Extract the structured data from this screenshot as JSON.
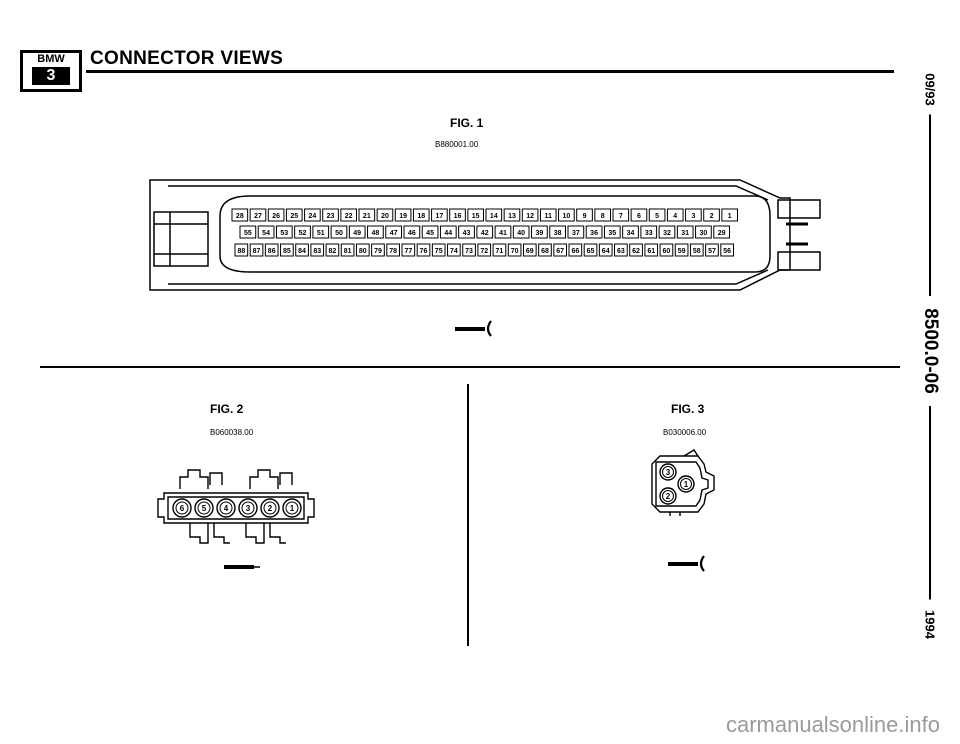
{
  "header": {
    "logo_text": "BMW",
    "logo_number": "3",
    "title": "CONNECTOR VIEWS"
  },
  "side_margin": {
    "date": "09/93",
    "page_code": "8500.0-06",
    "year": "1994"
  },
  "figures": [
    {
      "title": "FIG. 1",
      "code": "B880001.00",
      "pins_row1": [
        "28",
        "27",
        "26",
        "25",
        "24",
        "23",
        "22",
        "21",
        "20",
        "19",
        "18",
        "17",
        "16",
        "15",
        "14",
        "13",
        "12",
        "11",
        "10",
        "9",
        "8",
        "7",
        "6",
        "5",
        "4",
        "3",
        "2",
        "1"
      ],
      "pins_row2": [
        "55",
        "54",
        "53",
        "52",
        "51",
        "50",
        "49",
        "48",
        "47",
        "46",
        "45",
        "44",
        "43",
        "42",
        "41",
        "40",
        "39",
        "38",
        "37",
        "36",
        "35",
        "34",
        "33",
        "32",
        "31",
        "30",
        "29"
      ],
      "pins_row3": [
        "88",
        "87",
        "86",
        "85",
        "84",
        "83",
        "82",
        "81",
        "80",
        "79",
        "78",
        "77",
        "76",
        "75",
        "74",
        "73",
        "72",
        "71",
        "70",
        "69",
        "68",
        "67",
        "66",
        "65",
        "64",
        "63",
        "62",
        "61",
        "60",
        "59",
        "58",
        "57",
        "56"
      ]
    },
    {
      "title": "FIG. 2",
      "code": "B060038.00",
      "pins": [
        "6",
        "5",
        "4",
        "3",
        "2",
        "1"
      ]
    },
    {
      "title": "FIG. 3",
      "code": "B030006.00",
      "pins": [
        "3",
        "1",
        "2"
      ]
    }
  ],
  "watermark": "carmanualsonline.info"
}
